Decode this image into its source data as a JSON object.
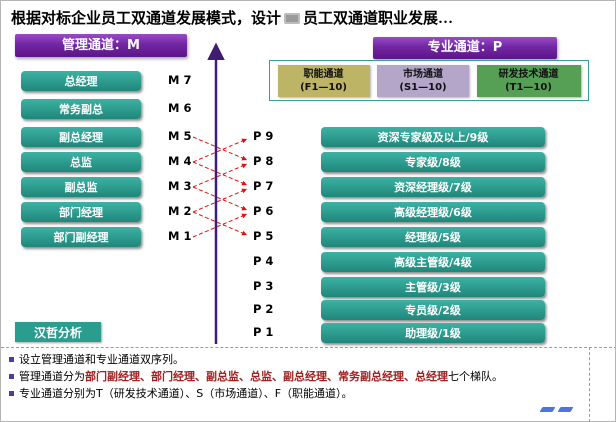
{
  "title": {
    "before": "根据对标企业员工双通道发展模式，设计",
    "after": "员工双通道职业发展…",
    "icon": "clipboard-icon"
  },
  "management": {
    "header": "管理通道：M",
    "levels": [
      {
        "label": "总经理",
        "code": "M 7"
      },
      {
        "label": "常务副总",
        "code": "M 6"
      },
      {
        "label": "副总经理",
        "code": "M 5"
      },
      {
        "label": "总监",
        "code": "M 4"
      },
      {
        "label": "副总监",
        "code": "M 3"
      },
      {
        "label": "部门经理",
        "code": "M 2"
      },
      {
        "label": "部门副经理",
        "code": "M 1"
      }
    ]
  },
  "professional": {
    "header": "专业通道：P",
    "sub_channels": [
      {
        "name": "职能通道",
        "range": "(F1—10)",
        "color": "#BDB565"
      },
      {
        "name": "市场通道",
        "range": "(S1—10)",
        "color": "#B3A6C9"
      },
      {
        "name": "研发技术通道",
        "range": "(T1—10)",
        "color": "#55A055"
      }
    ],
    "levels": [
      {
        "label": "资深专家级及以上/9级",
        "code": "P 9"
      },
      {
        "label": "专家级/8级",
        "code": "P 8"
      },
      {
        "label": "资深经理级/7级",
        "code": "P 7"
      },
      {
        "label": "高级经理级/6级",
        "code": "P 6"
      },
      {
        "label": "经理级/5级",
        "code": "P 5"
      },
      {
        "label": "高级主管级/4级",
        "code": "P 4"
      },
      {
        "label": "主管级/3级",
        "code": "P 3"
      },
      {
        "label": "专员级/2级",
        "code": "P 2"
      },
      {
        "label": "助理级/1级",
        "code": "P 1"
      }
    ]
  },
  "analysis": {
    "tag": "汉哲分析",
    "bullets": [
      {
        "before": "设立管理通道和专业通道双序列。",
        "emphasis": "",
        "after": ""
      },
      {
        "before": "管理通道分为",
        "emphasis": "部门副经理、部门经理、副总监、总监、副总经理、常务副总经理、总经理",
        "after": "七个梯队。"
      },
      {
        "before": "专业通道分别为T（研发技术通道）、S（市场通道）、F（职能通道）。",
        "emphasis": "",
        "after": ""
      }
    ]
  },
  "colors": {
    "channel_header_purple": "#6E1F9C",
    "level_teal": "#2A9D8F",
    "arrow_purple": "#3E1E70",
    "connector_red": "#E01010",
    "emphasis_red": "#A02020",
    "sub_function_khaki": "#BDB565",
    "sub_market_lavender": "#B3A6C9",
    "sub_tech_green": "#55A055",
    "footer_mark_blue": "#2E5BD6"
  }
}
